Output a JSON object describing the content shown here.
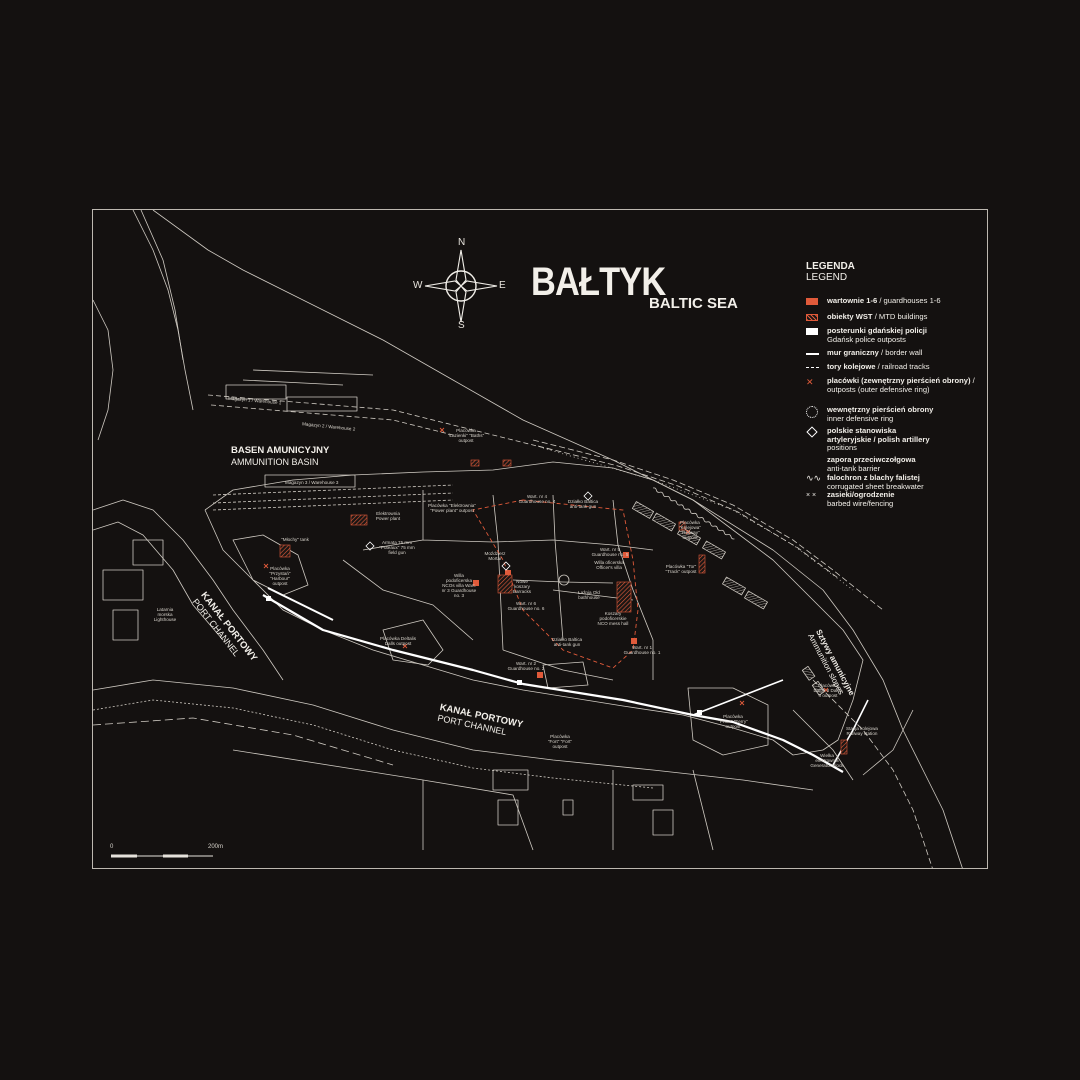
{
  "title": "BAŁTYK",
  "subtitle": "BALTIC SEA",
  "compass": {
    "n": "N",
    "s": "S",
    "e": "E",
    "w": "W"
  },
  "legend": {
    "title": "LEGENDA",
    "title_en": "LEGEND",
    "items": [
      {
        "icon": "guardhouse-swatch-icon",
        "pl": "wartownie 1-6",
        "en": " / guardhouses 1-6",
        "line2": ""
      },
      {
        "icon": "mtd-building-swatch-icon",
        "pl": "obiekty WST",
        "en": " / MTD buildings",
        "line2": ""
      },
      {
        "icon": "police-outpost-swatch-icon",
        "pl": "posterunki gdańskiej policji",
        "en": "",
        "line2": "Gdańsk police outposts"
      },
      {
        "icon": "border-wall-line-icon",
        "pl": "mur graniczny",
        "en": " / border wall",
        "line2": ""
      },
      {
        "icon": "railroad-line-icon",
        "pl": "tory kolejowe",
        "en": " / railroad tracks",
        "line2": ""
      },
      {
        "icon": "outpost-marker-icon",
        "pl": "placówki (zewnętrzny pierścień obrony)",
        "en": " /",
        "line2": "outposts (outer defensive ring)"
      },
      {
        "icon": "inner-ring-dots-icon",
        "pl": "wewnętrzny pierścień obrony",
        "en": "",
        "line2": "inner defensive ring"
      },
      {
        "icon": "artillery-position-icon",
        "pl": "polskie stanowiska",
        "en": "",
        "line2": "artyleryjskie / polish artillery",
        "line3": "positions"
      },
      {
        "icon": "anti-tank-barrier-icon",
        "pl": "zapora przeciwczołgowa",
        "en": "",
        "line2": "anti-tank barrier"
      },
      {
        "icon": "breakwater-wave-icon",
        "pl": "falochron z blachy falistej",
        "en": "",
        "line2": "corrugated sheet breakwater"
      },
      {
        "icon": "barbed-wire-icon",
        "pl": "zasieki/ogrodzenie",
        "en": "",
        "line2": "barbed wire/fencing"
      }
    ]
  },
  "labels": {
    "basin_pl": "BASEN AMUNICYJNY",
    "basin_en": "AMMUNITION BASIN",
    "channel1_pl": "KANAŁ PORTOWY",
    "channel1_en": "PORT CHANNEL",
    "channel2_pl": "KANAŁ PORTOWY",
    "channel2_en": "PORT CHANNEL",
    "ammo_slopes_pl": "Sztywy amunicyjne",
    "ammo_slopes_en": "Ammunition slopes"
  },
  "features": {
    "barracks_wing1": "Magazyn 1 / Warehouse 1",
    "barracks_wing2": "Magazyn 2 / Warehouse 2",
    "basin_warehouse": "Magazyn 3 / Warehouse 3",
    "outpost_lewo": "Placówka \"Łazienki\" \"Baths\" outpost",
    "power_plant": "Elektrownia Power plant",
    "power_outpost": "Placówka \"Elektrownia\" \"Power plant\" outpost",
    "cannon": "Armata 75 mm \"Puteaux\" 75 mm field gun",
    "mlochy": "\"Młochy\" tank",
    "outpost_prom": "Placówka \"Przystań\" \"Harbour\" outpost",
    "guardhouse4": "Wart. nr 4 Guardhouse no. 4",
    "dalba_battery": "Działko Baltica anti-tank gun",
    "mortar": "Moździerz Mortar",
    "guardhouse5": "Wart. nr 5 Guardhouse no. 5",
    "officers_villa": "Willa oficerska Officer's villa",
    "villa_guard": "Willa podoficerska NCOs villa Wart. nr 3 Guardhouse no. 3",
    "new_barracks": "Nowe koszary Barracks",
    "guardhouse6": "Wart. nr 6 Guardhouse no. 6",
    "bath": "Łaźnia Old bathhouse",
    "ncos_barracks": "Koszary podoficerskie NCO mess hall",
    "outpost_deltalis": "Placówka Deltalis Dalls outpost",
    "baltica_gun": "Działko Baltica anti-tank gun",
    "guardhouse2": "Wart. nr 2 Guardhouse no. 2",
    "guardhouse1": "Wart. nr 1 Guardhouse no. 1",
    "lighthouse": "Latarnia morska Lighthouse",
    "outpost_kolej": "Placówka \"Kolejowa\" \"Railway\" outpost",
    "outpost_tor": "Placówka \"Tor\" \"Track\" outpost",
    "outpost_wal": "Placówka Dalba II Dalba II outpost",
    "outpost_ferry": "Placówka \"Prom\" \"Ferry\" outpost",
    "outpost_tenn": "Placówka \"Fort\" \"Fort\" outpost",
    "signal_station": "Stacja kolejowa Railway station",
    "power_station": "Wielka elektrownia Generator Block"
  },
  "scale": {
    "zero": "0",
    "end": "200m"
  },
  "colors": {
    "background": "#141110",
    "line": "#d9d5ce",
    "accent": "#e05a3a",
    "text": "#f2efe9"
  }
}
